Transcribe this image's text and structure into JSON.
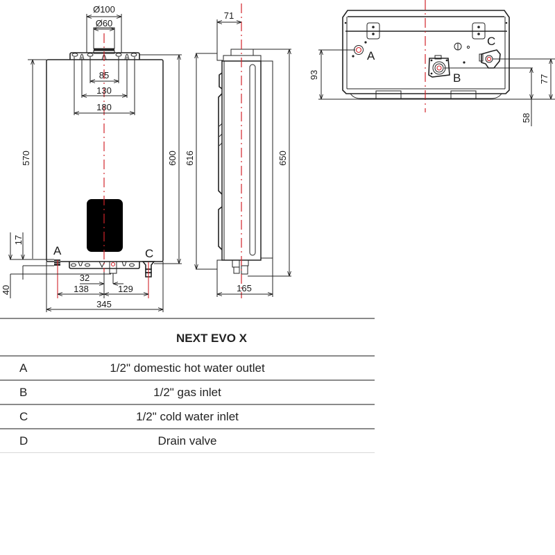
{
  "product": {
    "model": "NEXT EVO X",
    "accent_color": "#d2232a"
  },
  "front_view": {
    "dimensions": {
      "flue_outer": "Ø100",
      "flue_inner": "Ø60",
      "bracket_85": "85",
      "bracket_130": "130",
      "bracket_180": "180",
      "height_570": "570",
      "height_600": "600",
      "offset_17": "17",
      "offset_40": "40",
      "offset_32": "32",
      "width_138": "138",
      "width_129": "129",
      "width_345": "345"
    },
    "labels": {
      "a": "A",
      "c": "C"
    }
  },
  "side_view": {
    "dimensions": {
      "depth_71": "71",
      "height_616": "616",
      "height_650": "650",
      "depth_165": "165"
    }
  },
  "bottom_view": {
    "dimensions": {
      "offset_93": "93",
      "offset_77": "77",
      "offset_58": "58"
    },
    "labels": {
      "a": "A",
      "b": "B",
      "c": "C"
    }
  },
  "legend": {
    "title": "NEXT EVO X",
    "rows": [
      {
        "code": "A",
        "description": "1/2\" domestic hot water outlet"
      },
      {
        "code": "B",
        "description": "1/2\" gas inlet"
      },
      {
        "code": "C",
        "description": "1/2\" cold water inlet"
      },
      {
        "code": "D",
        "description": "Drain valve"
      }
    ]
  }
}
